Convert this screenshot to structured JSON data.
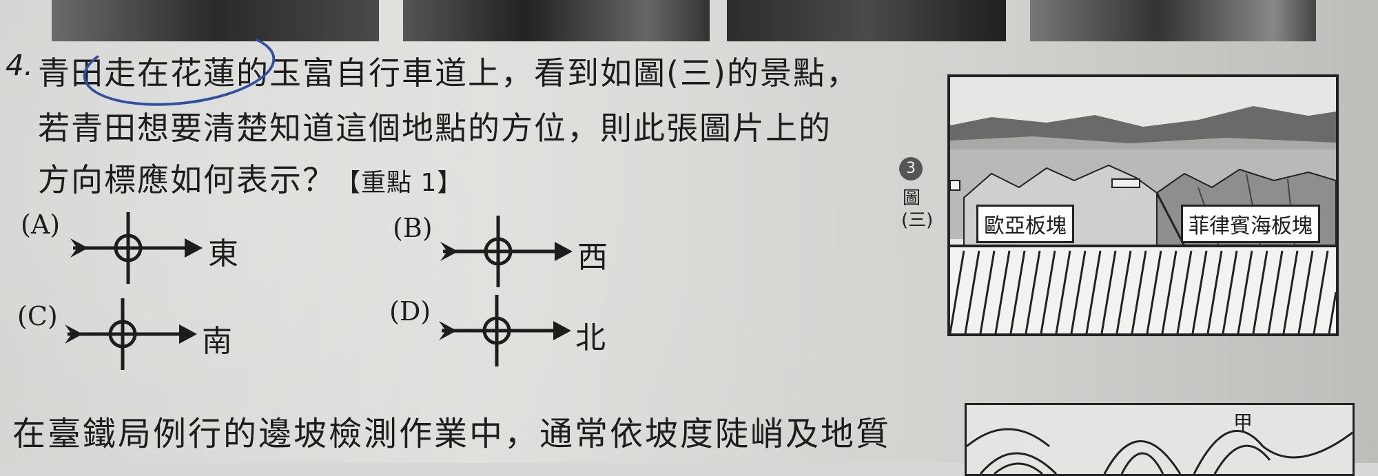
{
  "question": {
    "number": "4.",
    "line1": "青田走在花蓮的玉富自行車道上，看到如圖(三)的景點，",
    "line2": "若青田想要清楚知道這個地點的方位，則此張圖片上的",
    "line3": "方向標應如何表示？",
    "tag": "【重點 1】"
  },
  "options": [
    {
      "label": "(A)",
      "direction": "東"
    },
    {
      "label": "(B)",
      "direction": "西"
    },
    {
      "label": "(C)",
      "direction": "南"
    },
    {
      "label": "(D)",
      "direction": "北"
    }
  ],
  "figure": {
    "marker": "3",
    "caption": "圖(三)",
    "plate_left": "歐亞板塊",
    "plate_right": "菲律賓海板塊"
  },
  "next_question": {
    "text": "在臺鐵局例行的邊坡檢測作業中，通常依坡度陡峭及地質"
  },
  "map": {
    "label": "甲"
  },
  "colors": {
    "ink": "#1d1d1d",
    "pen_circle": "#2f4fa0",
    "paper": "#d8d8d6"
  }
}
